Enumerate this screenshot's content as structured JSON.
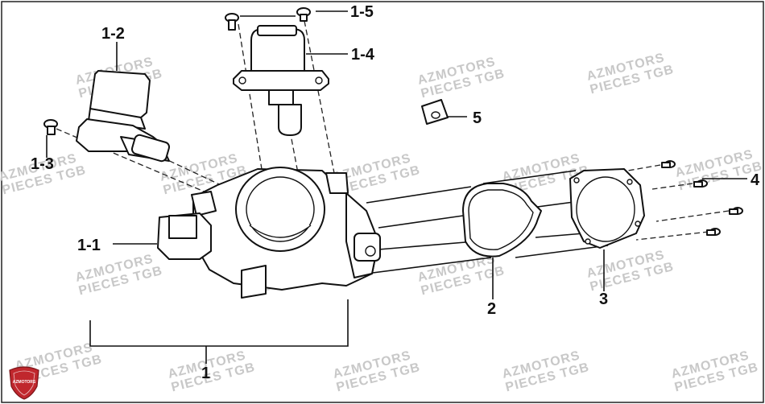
{
  "callouts": {
    "c1": "1",
    "c1_1": "1-1",
    "c1_2": "1-2",
    "c1_3": "1-3",
    "c1_4": "1-4",
    "c1_5": "1-5",
    "c2": "2",
    "c3": "3",
    "c4": "4",
    "c5": "5"
  },
  "watermark": {
    "line1": "AZMOTORS",
    "line2": "PIECES TGB"
  },
  "logo": {
    "text": "AZMOTORS",
    "color": "#c0272d"
  }
}
